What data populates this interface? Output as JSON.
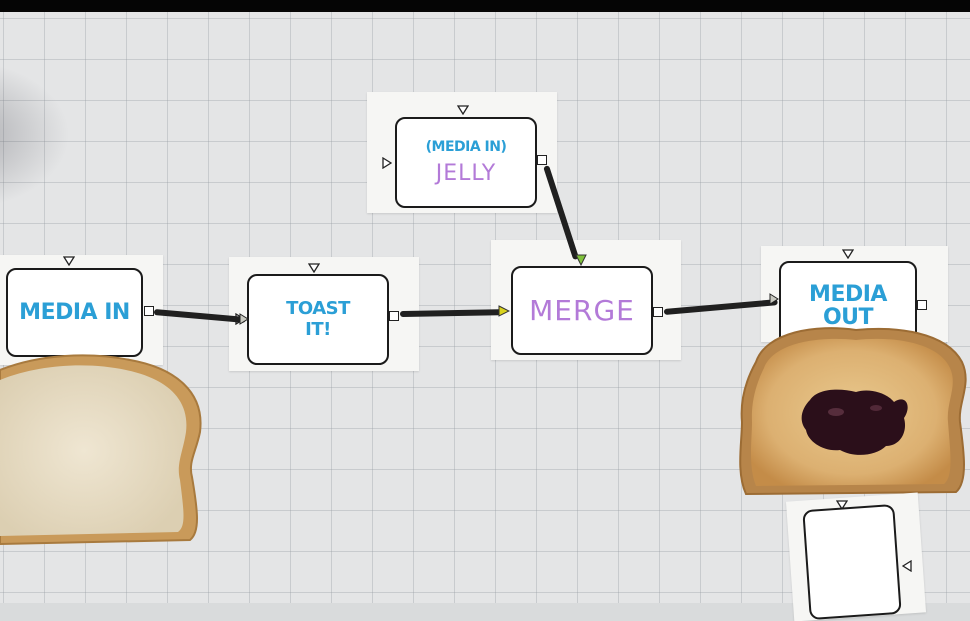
{
  "nodes": {
    "media_in": {
      "label": "MEDIA IN"
    },
    "toast_it": {
      "line1": "TOAST",
      "line2": "IT!"
    },
    "jelly": {
      "sub": "(MEDIA IN)",
      "label": "JELLY"
    },
    "merge": {
      "label": "MERGE"
    },
    "media_out": {
      "label": "MEDIA OUT"
    }
  },
  "colors": {
    "marker_blue": "#2b9fd6",
    "marker_purple": "#b37ad8",
    "arrow_yellow": "#d8d21e",
    "arrow_green": "#7fc23a"
  }
}
